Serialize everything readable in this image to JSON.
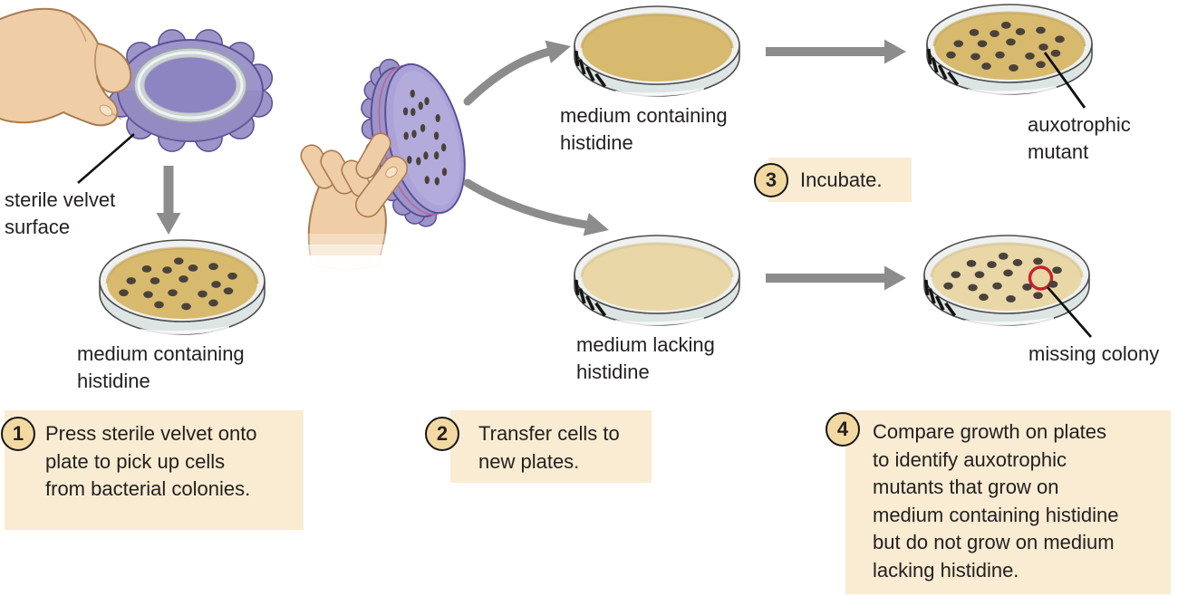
{
  "diagram": {
    "labels": {
      "sterile_velvet": "sterile velvet\nsurface",
      "source_plate": "medium containing\nhistidine",
      "replica_histidine": "medium containing\nhistidine",
      "replica_no_histidine": "medium lacking\nhistidine",
      "auxotrophic_mutant": "auxotrophic\nmutant",
      "missing_colony": "missing colony"
    },
    "steps": [
      {
        "number": "1",
        "text": "Press sterile velvet onto\nplate to pick up cells\nfrom bacterial colonies."
      },
      {
        "number": "2",
        "text": "Transfer cells to\nnew plates."
      },
      {
        "number": "3",
        "text": "Incubate."
      },
      {
        "number": "4",
        "text": "Compare growth on plates\nto identify auxotrophic\nmutants that grow on\nmedium containing histidine\nbut do not grow on medium\nlacking histidine."
      }
    ],
    "colors": {
      "background": "#ffffff",
      "text": "#231f20",
      "step_box_bg": "#f9ecd2",
      "badge_bg": "#f2d9a2",
      "badge_border": "#161616",
      "arrow": "#8c8c8c",
      "pointer_line": "#111111",
      "velvet_light": "#aba3d8",
      "velvet_mid": "#9d94c9",
      "velvet_dark": "#8d85c1",
      "velvet_shade": "#867cba",
      "velvet_outline": "#5c5096",
      "velvet_seam": "#b5679b",
      "ring_gray": "#ccd2d4",
      "ring_edge": "#9aa1a4",
      "ring_highlight": "#f0f3f3",
      "skin": "#efcda6",
      "skin_outline": "#aa7b50",
      "nail": "#f5e2c8",
      "plate_rim_top": "#eef1ef",
      "plate_rim_side": "#dde4e4",
      "plate_outline": "#4e4e4e",
      "medium_histidine": "#d7ba6e",
      "medium_histidine_shade": "#c2a155",
      "medium_no_histidine": "#e9d7a8",
      "medium_no_histidine_shade": "#d4bf8a",
      "colony": "#4a423a",
      "tick": "#151515",
      "missing_ring": "#c5232b"
    },
    "colony_pattern": [
      [
        -0.05,
        -0.78
      ],
      [
        -0.52,
        -0.52
      ],
      [
        -0.22,
        -0.48
      ],
      [
        0.16,
        -0.55
      ],
      [
        0.46,
        -0.6
      ],
      [
        -0.75,
        -0.12
      ],
      [
        -0.4,
        -0.12
      ],
      [
        0.02,
        -0.18
      ],
      [
        0.5,
        0.0
      ],
      [
        0.74,
        -0.28
      ],
      [
        -0.86,
        0.28
      ],
      [
        -0.5,
        0.34
      ],
      [
        -0.14,
        0.28
      ],
      [
        0.3,
        0.32
      ],
      [
        0.68,
        0.22
      ],
      [
        -0.34,
        0.68
      ],
      [
        0.06,
        0.74
      ],
      [
        0.46,
        0.62
      ]
    ],
    "mutant_colony_index": 8
  }
}
